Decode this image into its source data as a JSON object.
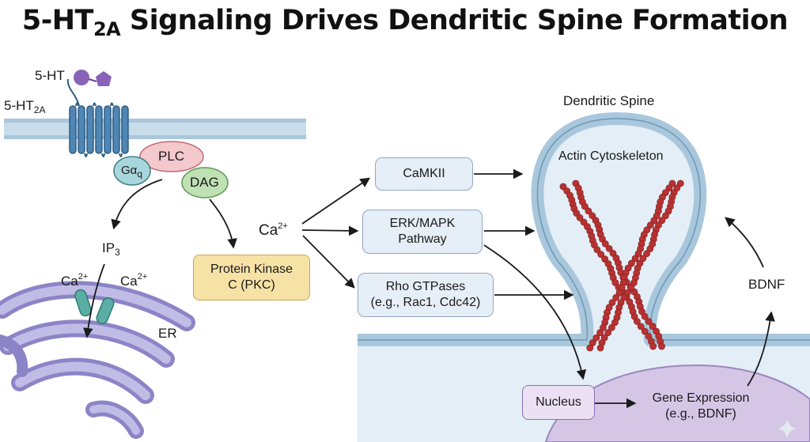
{
  "title": {
    "main": "5-HT",
    "sub": "2A",
    "rest": " Signaling Drives Dendritic Spine Formation"
  },
  "ligand": {
    "label": "5-HT"
  },
  "receptor": {
    "label": "5-HT",
    "sub": "2A"
  },
  "g_protein": {
    "label": "Gα",
    "sub": "q"
  },
  "plc": {
    "label": "PLC"
  },
  "dag": {
    "label": "DAG"
  },
  "ip3": {
    "label": "IP",
    "sub": "3"
  },
  "ca_left": {
    "label": "Ca",
    "sup": "2+"
  },
  "ca_right": {
    "label": "Ca",
    "sup": "2+"
  },
  "er": {
    "label": "ER"
  },
  "pkc": {
    "line1": "Protein Kinase",
    "line2": "C (PKC)"
  },
  "ca_center": {
    "label": "Ca",
    "sup": "2+"
  },
  "camkii": {
    "label": "CaMKII"
  },
  "erk": {
    "line1": "ERK/MAPK",
    "line2": "Pathway"
  },
  "rho": {
    "line1": "Rho GTPases",
    "line2": "(e.g., Rac1, Cdc42)"
  },
  "spine": {
    "label": "Dendritic Spine"
  },
  "actin": {
    "label": "Actin Cytoskeleton"
  },
  "bdnf": {
    "label": "BDNF"
  },
  "nucleus": {
    "label": "Nucleus"
  },
  "gene": {
    "line1": "Gene Expression",
    "line2": "(e.g., BDNF)"
  },
  "colors": {
    "membrane": "#a9c7dc",
    "receptor": "#4f86b3",
    "ligand": "#8a62b8",
    "plc": "#f3c9cd",
    "dag": "#bfe1b3",
    "g_protein": "#a9d6dc",
    "pkc": "#f7e2a6",
    "pathway_box": "#e6eef7",
    "er": "#b8b3de",
    "channel": "#5aaea6",
    "actin": "#b83232",
    "nucleus": "#d5c6e6"
  }
}
